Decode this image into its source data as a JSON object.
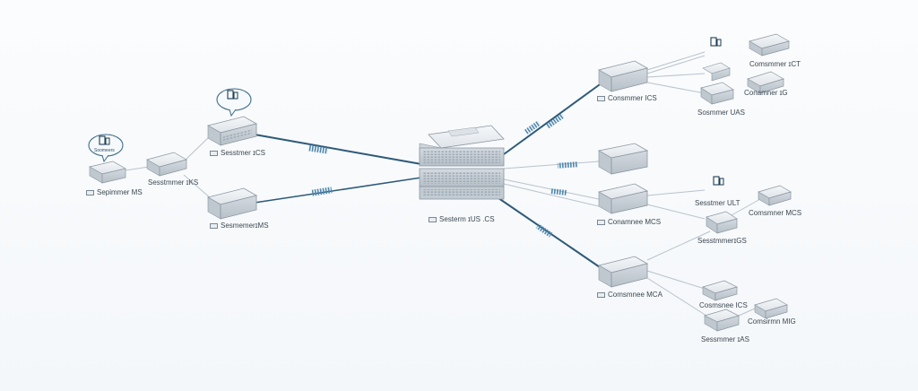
{
  "nodes": {
    "core": {
      "label": "Sesterm ɪUS .CS"
    },
    "left_upper_switch": {
      "label": "Sesstmer ɪCS"
    },
    "left_lower_switch": {
      "label": "SesmemerɪMS"
    },
    "left_mid_device": {
      "label": "Sesstmmer ɪKS"
    },
    "left_far_device": {
      "label": "Sepimmer MS",
      "bubble": "Soomeers"
    },
    "right_top_switch": {
      "label": "Consmmer ICS"
    },
    "right_top_leaf_a": {
      "label": "Comsmmer ɪCT"
    },
    "right_top_leaf_b": {
      "label": "Conamner ɪG"
    },
    "right_top_leaf_c": {
      "label": "Sosmmer UAS"
    },
    "right_mid_switch_a": {
      "label": ""
    },
    "right_mid_switch_b": {
      "label": "Conamnee MCS"
    },
    "right_mid_leaf_a": {
      "label": "Sesstmer ULT"
    },
    "right_mid_leaf_b": {
      "label": "Comsmner MCS"
    },
    "right_mid_leaf_c": {
      "label": "SesstmmerɪGS"
    },
    "right_low_switch": {
      "label": "Comsmnee MCA"
    },
    "right_low_leaf_a": {
      "label": "Cosmsnee ICS"
    },
    "right_low_leaf_b": {
      "label": "Comsirmn MIG"
    },
    "right_low_leaf_c": {
      "label": "Sessmmer ɪAS"
    }
  },
  "colors": {
    "trunk_link": "#2e5a78",
    "branch_link": "#b9c3cc",
    "device_top": "#eef1f4",
    "device_side": "#c9d0d6",
    "device_stroke": "#8a96a1",
    "bubble_stroke": "#3d6b8a"
  }
}
